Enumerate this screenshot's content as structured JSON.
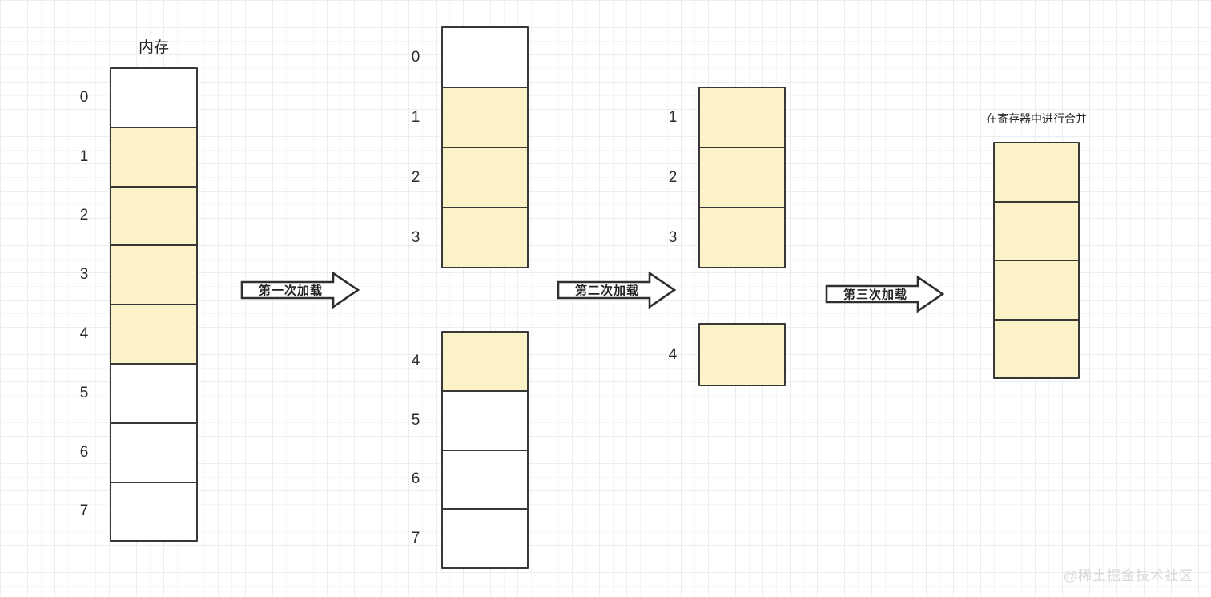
{
  "colors": {
    "cell_fill": "#FBF3C7",
    "cell_border": "#383838",
    "text": "#2b2b2b",
    "watermark": "#d8d8d8"
  },
  "memory": {
    "title": "内存",
    "cells": [
      {
        "label": "0",
        "filled": false
      },
      {
        "label": "1",
        "filled": true
      },
      {
        "label": "2",
        "filled": true
      },
      {
        "label": "3",
        "filled": true
      },
      {
        "label": "4",
        "filled": true
      },
      {
        "label": "5",
        "filled": false
      },
      {
        "label": "6",
        "filled": false
      },
      {
        "label": "7",
        "filled": false
      }
    ]
  },
  "first_load_upper": {
    "cells": [
      {
        "label": "0",
        "filled": false
      },
      {
        "label": "1",
        "filled": true
      },
      {
        "label": "2",
        "filled": true
      },
      {
        "label": "3",
        "filled": true
      }
    ]
  },
  "first_load_lower": {
    "cells": [
      {
        "label": "4",
        "filled": true
      },
      {
        "label": "5",
        "filled": false
      },
      {
        "label": "6",
        "filled": false
      },
      {
        "label": "7",
        "filled": false
      }
    ]
  },
  "second_load_upper": {
    "cells": [
      {
        "label": "1",
        "filled": true
      },
      {
        "label": "2",
        "filled": true
      },
      {
        "label": "3",
        "filled": true
      }
    ]
  },
  "second_load_lower": {
    "cells": [
      {
        "label": "4",
        "filled": true
      }
    ]
  },
  "register": {
    "title": "在寄存器中进行合并",
    "cells": [
      {
        "label": "",
        "filled": true
      },
      {
        "label": "",
        "filled": true
      },
      {
        "label": "",
        "filled": true
      },
      {
        "label": "",
        "filled": true
      }
    ]
  },
  "arrows": [
    {
      "label": "第一次加载"
    },
    {
      "label": "第二次加载"
    },
    {
      "label": "第三次加载"
    }
  ],
  "watermark": "@稀土掘金技术社区"
}
